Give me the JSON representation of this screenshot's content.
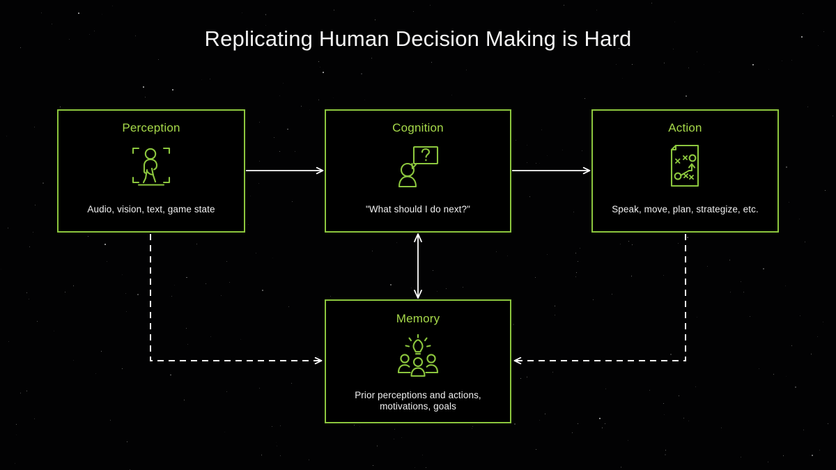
{
  "slide": {
    "title": "Replicating Human Decision Making is Hard",
    "background_color": "#000000",
    "accent_color": "#8cc63e",
    "title_color": "#f4f4f4",
    "caption_color": "#f0f0f0",
    "connector_color": "#ffffff"
  },
  "nodes": [
    {
      "id": "perception",
      "title": "Perception",
      "caption": "Audio, vision, text, game state",
      "icon": "walking-person-detection-icon"
    },
    {
      "id": "cognition",
      "title": "Cognition",
      "caption": "\"What should I do next?\"",
      "icon": "person-question-speech-bubble-icon"
    },
    {
      "id": "action",
      "title": "Action",
      "caption": "Speak, move, plan, strategize, etc.",
      "icon": "strategy-playbook-icon"
    },
    {
      "id": "memory",
      "title": "Memory",
      "caption": "Prior perceptions and actions,\nmotivations, goals",
      "icon": "lightbulb-people-icon"
    }
  ],
  "connectors": [
    {
      "id": "perception-to-cognition",
      "from": "perception",
      "to": "cognition",
      "style": "solid",
      "arrows": "single"
    },
    {
      "id": "cognition-to-action",
      "from": "cognition",
      "to": "action",
      "style": "solid",
      "arrows": "single"
    },
    {
      "id": "cognition-memory",
      "from": "cognition",
      "to": "memory",
      "style": "solid",
      "arrows": "double"
    },
    {
      "id": "perception-to-memory",
      "from": "perception",
      "to": "memory",
      "style": "dashed",
      "arrows": "single"
    },
    {
      "id": "action-to-memory",
      "from": "action",
      "to": "memory",
      "style": "dashed",
      "arrows": "single"
    }
  ]
}
